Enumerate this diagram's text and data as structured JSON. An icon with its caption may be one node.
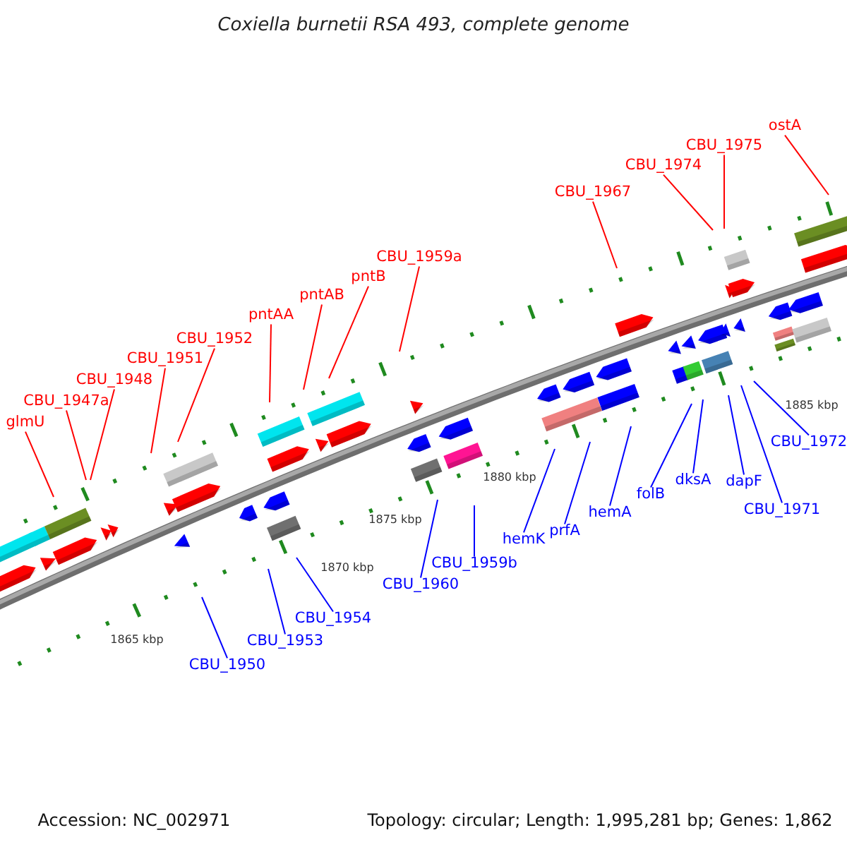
{
  "diagram": {
    "title": "Coxiella burnetii RSA 493, complete genome",
    "nodes": [
      {
        "text": [
          "glmU"
        ]
      },
      {
        "text": [
          "CBU_1947a"
        ]
      },
      {
        "text": [
          "CBU_1948"
        ]
      },
      {
        "text": [
          "CBU_1951"
        ]
      },
      {
        "text": [
          "CBU_1952"
        ]
      },
      {
        "text": [
          "pntAA"
        ]
      },
      {
        "text": [
          "pntAB"
        ]
      },
      {
        "text": [
          "pntB"
        ]
      },
      {
        "text": [
          "CBU_1959a"
        ]
      },
      {
        "text": [
          "CBU_1967"
        ]
      },
      {
        "text": [
          "CBU_1974"
        ]
      },
      {
        "text": [
          "CBU_1975"
        ]
      },
      {
        "text": [
          "ostA"
        ]
      },
      {
        "text": [
          "CBU_1950"
        ]
      },
      {
        "text": [
          "CBU_1953"
        ]
      },
      {
        "text": [
          "CBU_1954"
        ]
      },
      {
        "text": [
          "CBU_1960"
        ]
      },
      {
        "text": [
          "CBU_1959b"
        ]
      },
      {
        "text": [
          "hemK"
        ]
      },
      {
        "text": [
          "prfA"
        ]
      },
      {
        "text": [
          "hemA"
        ]
      },
      {
        "text": [
          "folB"
        ]
      },
      {
        "text": [
          "dksA"
        ]
      },
      {
        "text": [
          "dapF"
        ]
      },
      {
        "text": [
          "CBU_1971"
        ]
      },
      {
        "text": [
          "CBU_1972"
        ]
      }
    ],
    "edges": [
      {
        "from": 0,
        "to": null,
        "arrow": "none"
      },
      {
        "from": 1,
        "to": null,
        "arrow": "none"
      },
      {
        "from": 2,
        "to": null,
        "arrow": "none"
      },
      {
        "from": 3,
        "to": null,
        "arrow": "none"
      },
      {
        "from": 4,
        "to": null,
        "arrow": "none"
      },
      {
        "from": 5,
        "to": null,
        "arrow": "none"
      },
      {
        "from": 6,
        "to": null,
        "arrow": "none"
      },
      {
        "from": 7,
        "to": null,
        "arrow": "none"
      },
      {
        "from": 8,
        "to": null,
        "arrow": "none"
      },
      {
        "from": 9,
        "to": null,
        "arrow": "none"
      },
      {
        "from": 10,
        "to": null,
        "arrow": "none"
      },
      {
        "from": 11,
        "to": null,
        "arrow": "none"
      },
      {
        "from": 12,
        "to": null,
        "arrow": "none"
      },
      {
        "from": 13,
        "to": null,
        "arrow": "none",
        "color": "#0000ff"
      },
      {
        "from": 14,
        "to": null,
        "arrow": "none",
        "color": "#0000ff"
      },
      {
        "from": 15,
        "to": null,
        "arrow": "none",
        "color": "#0000ff"
      },
      {
        "from": 16,
        "to": null,
        "arrow": "none",
        "color": "#0000ff"
      },
      {
        "from": 17,
        "to": null,
        "arrow": "none",
        "color": "#0000ff"
      },
      {
        "from": 18,
        "to": null,
        "arrow": "none",
        "color": "#0000ff"
      },
      {
        "from": 19,
        "to": null,
        "arrow": "none",
        "color": "#0000ff"
      },
      {
        "from": 20,
        "to": null,
        "arrow": "none",
        "color": "#0000ff"
      },
      {
        "from": 21,
        "to": null,
        "arrow": "none",
        "color": "#0000ff"
      },
      {
        "from": 22,
        "to": null,
        "arrow": "none",
        "color": "#0000ff"
      },
      {
        "from": 23,
        "to": null,
        "arrow": "none",
        "color": "#0000ff"
      },
      {
        "from": 24,
        "to": null,
        "arrow": "none",
        "color": "#0000ff"
      },
      {
        "from": 25,
        "to": null,
        "arrow": "none",
        "color": "#0000ff"
      }
    ],
    "labels": [
      "1865 kbp",
      "1870 kbp",
      "1875 kbp",
      "1880 kbp",
      "1885 kbp",
      "Accession: NC_002971",
      "Topology: circular; Length: 1,995,281 bp; Genes: 1,862"
    ]
  }
}
